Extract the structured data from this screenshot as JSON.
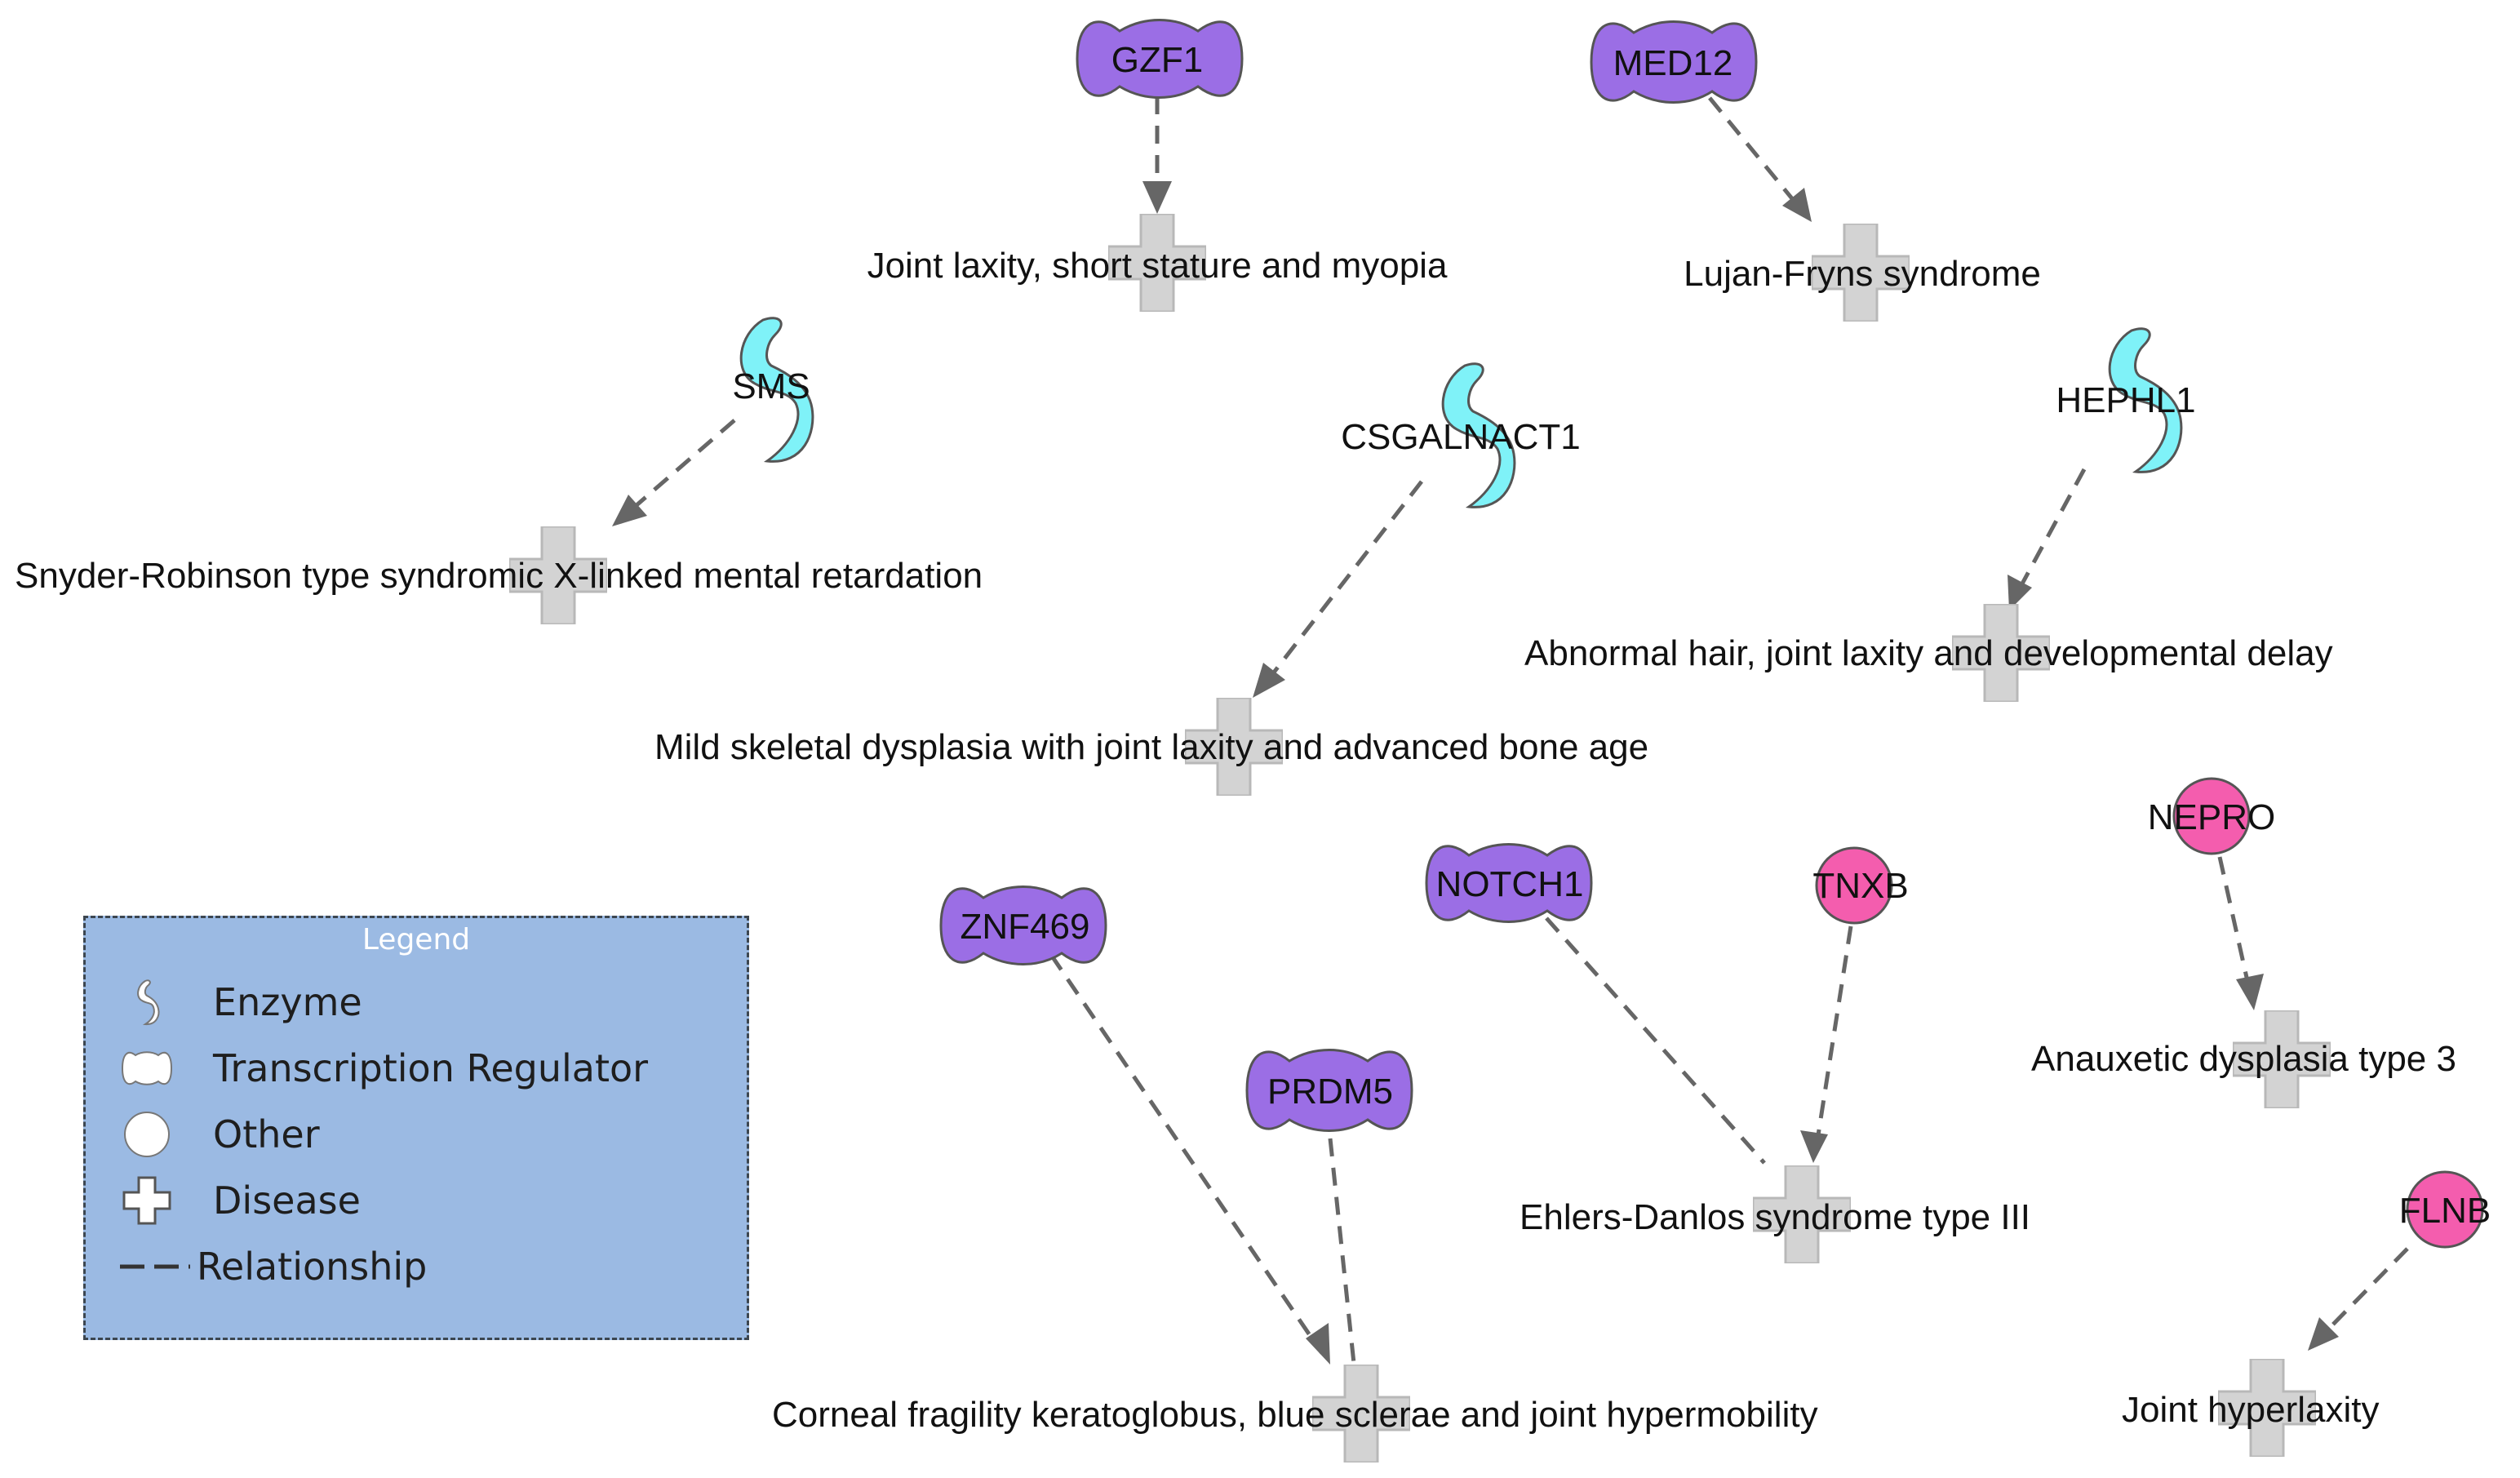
{
  "colors": {
    "transcription_regulator": "#9b6ee5",
    "enzyme": "#7ff2f8",
    "other": "#f45dae",
    "disease": "#d3d3d3",
    "edge": "#666666",
    "legend_bg": "#9bbae3"
  },
  "genes": {
    "gzf1": "GZF1",
    "med12": "MED12",
    "sms": "SMS",
    "csgalnact1": "CSGALNACT1",
    "hephl1": "HEPHL1",
    "znf469": "ZNF469",
    "notch1": "NOTCH1",
    "tnxb": "TNXB",
    "nepro": "NEPRO",
    "prdm5": "PRDM5",
    "flnb": "FLNB"
  },
  "diseases": {
    "joint_laxity_myopia": "Joint laxity, short stature and myopia",
    "lujan_fryns": "Lujan-Fryns syndrome",
    "snyder_robinson": "Snyder-Robinson type syndromic X-linked mental retardation",
    "abnormal_hair": "Abnormal hair, joint laxity and developmental delay",
    "mild_skeletal": "Mild skeletal dysplasia with joint laxity and advanced bone age",
    "anauxetic": "Anauxetic dysplasia type 3",
    "ehlers_danlos": "Ehlers-Danlos syndrome type III",
    "corneal_fragility": "Corneal fragility keratoglobus, blue sclerae and joint hypermobility",
    "joint_hyperlaxity": "Joint hyperlaxity"
  },
  "legend": {
    "title": "Legend",
    "items": [
      {
        "icon": "enzyme-icon",
        "label": "Enzyme"
      },
      {
        "icon": "transcription-regulator-icon",
        "label": "Transcription Regulator"
      },
      {
        "icon": "other-icon",
        "label": "Other"
      },
      {
        "icon": "disease-icon",
        "label": "Disease"
      },
      {
        "icon": "relationship-icon",
        "label": "Relationship"
      }
    ]
  }
}
